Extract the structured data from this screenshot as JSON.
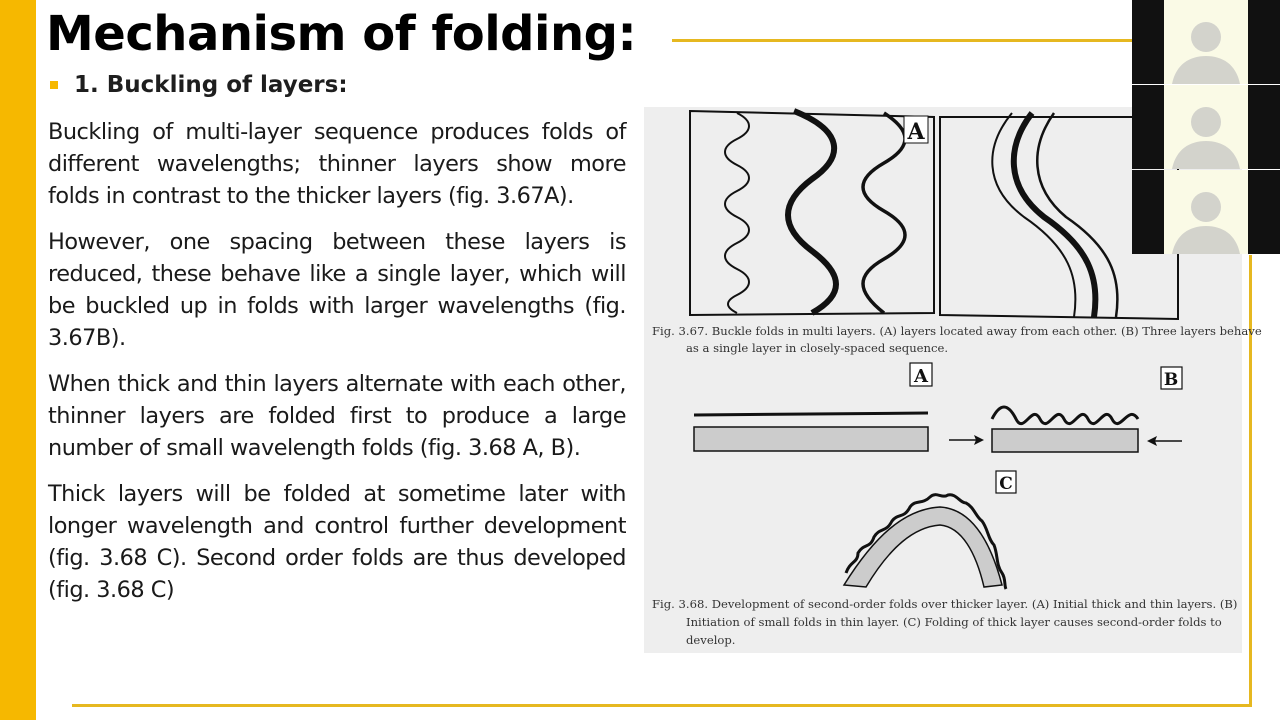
{
  "slide": {
    "title": "Mechanism of folding:",
    "subheading": "1. Buckling of layers:",
    "paragraphs": [
      "Buckling of multi-layer sequence produces folds of different wavelengths; thinner layers show more folds in contrast to the thicker layers (fig. 3.67A).",
      "However, one spacing between these layers is reduced, these behave like a single layer, which will be buckled up in folds with larger wavelengths (fig. 3.67B).",
      "When thick and thin layers alternate with each other, thinner layers are folded first to produce a large number of small wavelength folds (fig. 3.68 A, B).",
      "Thick layers will be folded at sometime later with longer wavelength and control further development (fig. 3.68 C). Second order folds are thus developed (fig. 3.68 C)"
    ]
  },
  "figure": {
    "fig367": {
      "label_a": "A",
      "caption_line1": "Fig. 3.67. Buckle folds in multi layers. (A) layers located away from each other. (B) Three layers behave",
      "caption_line2": "as a single layer in closely-spaced sequence."
    },
    "fig368": {
      "label_a": "A",
      "label_b": "B",
      "label_c": "C",
      "caption_line1": "Fig. 3.68. Development of second-order folds over thicker layer. (A) Initial thick and thin layers. (B)",
      "caption_line2": "Initiation of small folds in thin layer. (C) Folding of thick layer causes second-order folds to",
      "caption_line3": "develop."
    }
  },
  "participants": {
    "icon": "person-silhouette-icon",
    "count": 3
  },
  "colors": {
    "accent": "#f6b800",
    "rule": "#e6b820",
    "tile_bg": "#fafae6",
    "tile_border": "#111111",
    "avatar": "#d3d3cc"
  }
}
